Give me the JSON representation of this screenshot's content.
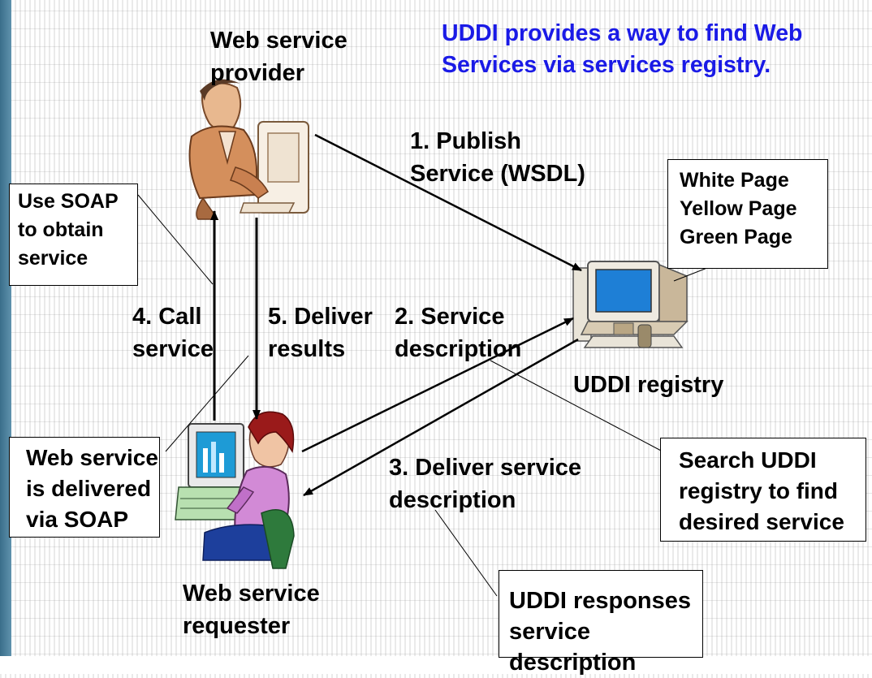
{
  "headline": "UDDI provides a way to find Web\nServices via services registry.",
  "colors": {
    "headline": "#1a1ae6",
    "arrows": "#000000",
    "monitor_screen": "#1e7fd6"
  },
  "actors": {
    "provider": "Web service\nprovider",
    "registry": "UDDI registry",
    "requester": "Web service\nrequester"
  },
  "steps": {
    "publish": "1. Publish\nService (WSDL)",
    "service_description": "2. Service\ndescription",
    "deliver_description": "3. Deliver service\ndescription",
    "call_service": "4. Call\nservice",
    "deliver_results": "5. Deliver\nresults"
  },
  "callouts": {
    "use_soap": "Use SOAP\nto obtain\nservice",
    "pages": "White Page\nYellow Page\nGreen Page",
    "delivered_soap": "Web service\nis delivered\nvia SOAP",
    "search_uddi": "Search  UDDI\nregistry to find\ndesired service",
    "uddi_responses": "UDDI responses\nservice description"
  },
  "icons": {
    "provider": "man-at-computer-icon",
    "registry": "desktop-computer-icon",
    "requester": "woman-at-computer-icon"
  }
}
